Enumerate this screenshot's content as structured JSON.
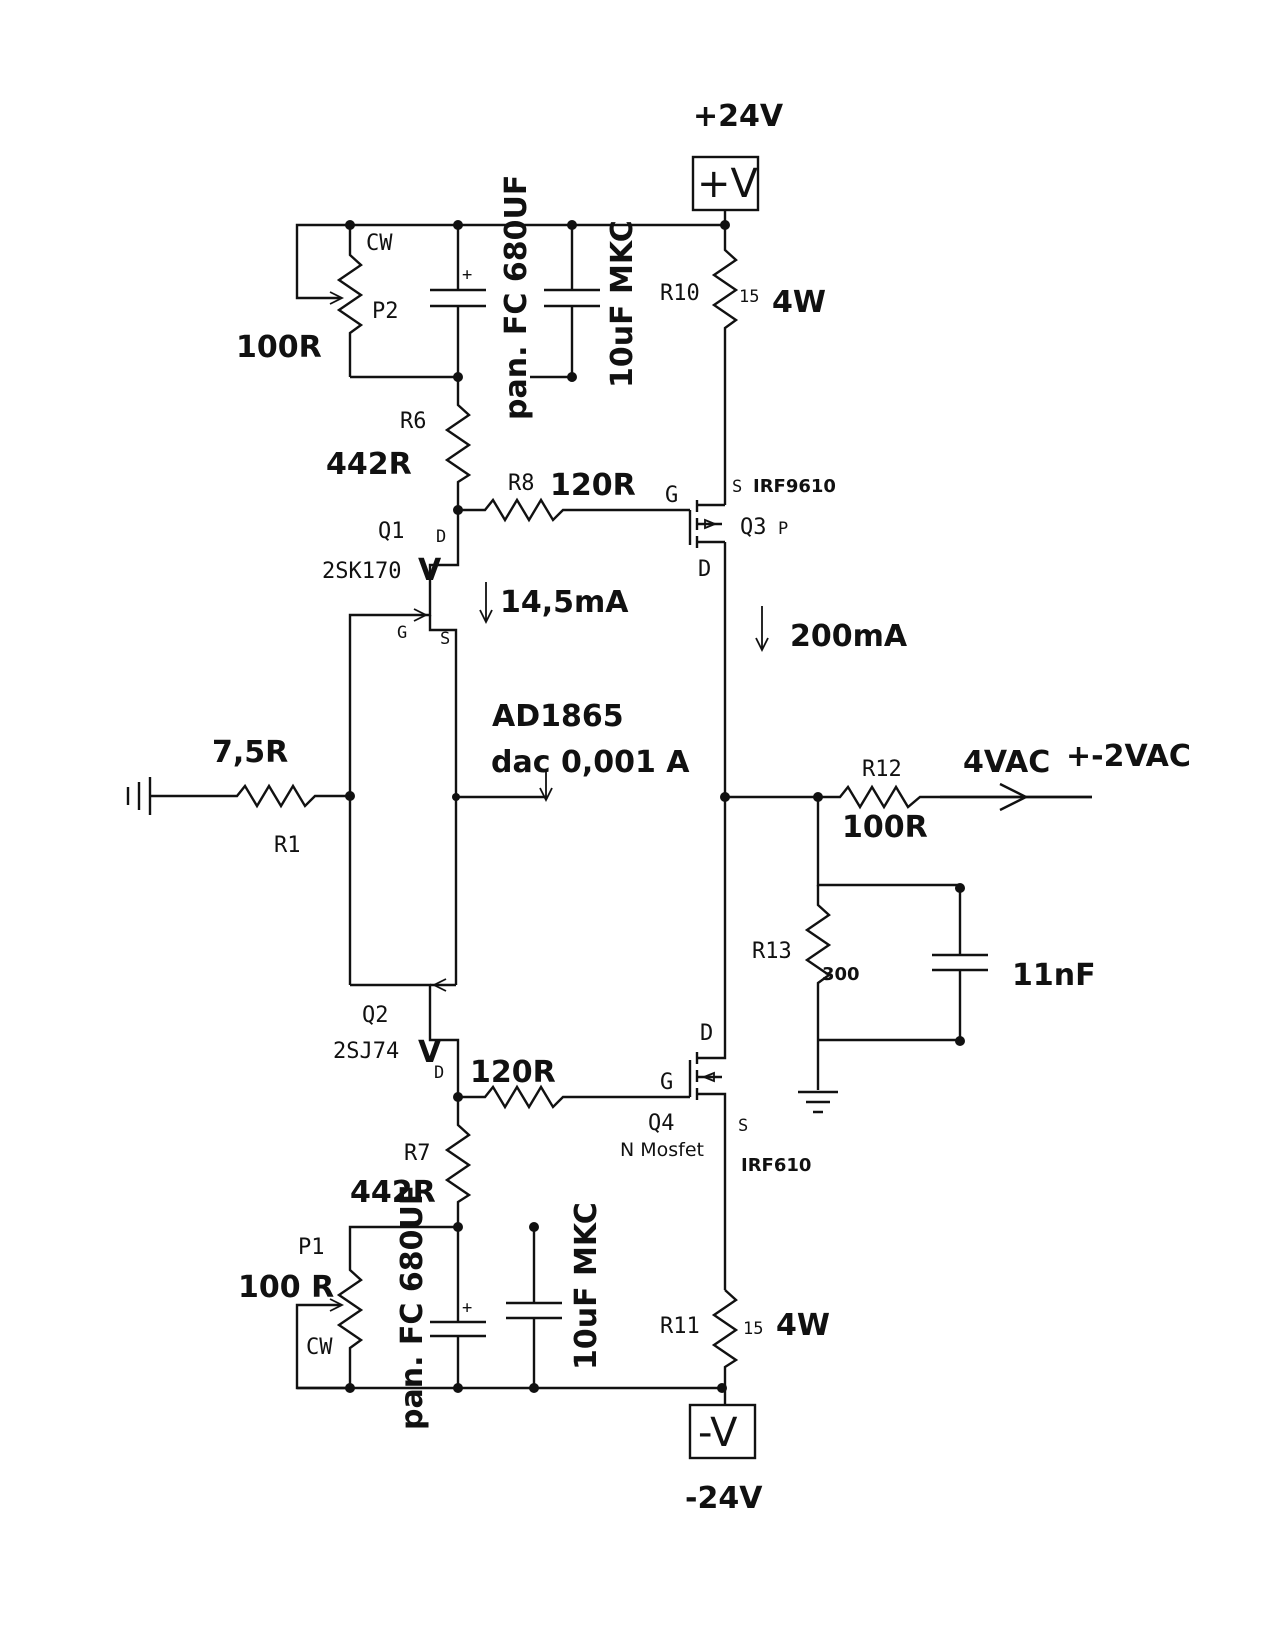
{
  "rails": {
    "positive_voltage": "+24V",
    "positive_box": "+V",
    "negative_voltage": "-24V",
    "negative_box": "-V"
  },
  "top_section": {
    "p2_label": "P2",
    "p2_cw": "CW",
    "p2_value": "100R",
    "cap1_value": "pan. FC 680UF",
    "cap1_polarity": "+",
    "cap2_value": "10uF MKC",
    "r6_label": "R6",
    "r6_value": "442R",
    "r8_label": "R8",
    "r8_value": "120R",
    "r10_label": "R10",
    "r10_ohms": "15",
    "r10_power": "4W"
  },
  "q1": {
    "label": "Q1",
    "part": "2SK170",
    "drain": "D",
    "gate": "G",
    "source": "S"
  },
  "q2": {
    "label": "Q2",
    "part": "2SJ74",
    "drain": "D"
  },
  "q3": {
    "label": "Q3",
    "type": "P",
    "part": "IRF9610",
    "gate": "G",
    "source": "S",
    "drain": "D"
  },
  "q4": {
    "label": "Q4",
    "type": "N Mosfet",
    "part": "IRF610",
    "gate": "G",
    "source": "S",
    "drain": "D"
  },
  "currents": {
    "jfet_current": "14,5mA",
    "mosfet_current": "200mA"
  },
  "input": {
    "dac_name": "AD1865",
    "dac_current": "dac 0,001  A",
    "r1_label": "R1",
    "r1_value": "7,5R"
  },
  "output": {
    "r12_label": "R12",
    "r12_value": "100R",
    "voltage": "4VAC",
    "swing": "+-2VAC",
    "r13_label": "R13",
    "r13_ohms": "300",
    "cap_value": "11nF"
  },
  "bottom_section": {
    "gate_r_value": "120R",
    "r7_label": "R7",
    "r7_value": "442R",
    "p1_label": "P1",
    "p1_value": "100 R",
    "p1_cw": "CW",
    "cap1_value": "pan. FC 680UF",
    "cap1_polarity": "+",
    "cap2_value": "10uF MKC",
    "r11_label": "R11",
    "r11_ohms": "15",
    "r11_power": "4W"
  }
}
